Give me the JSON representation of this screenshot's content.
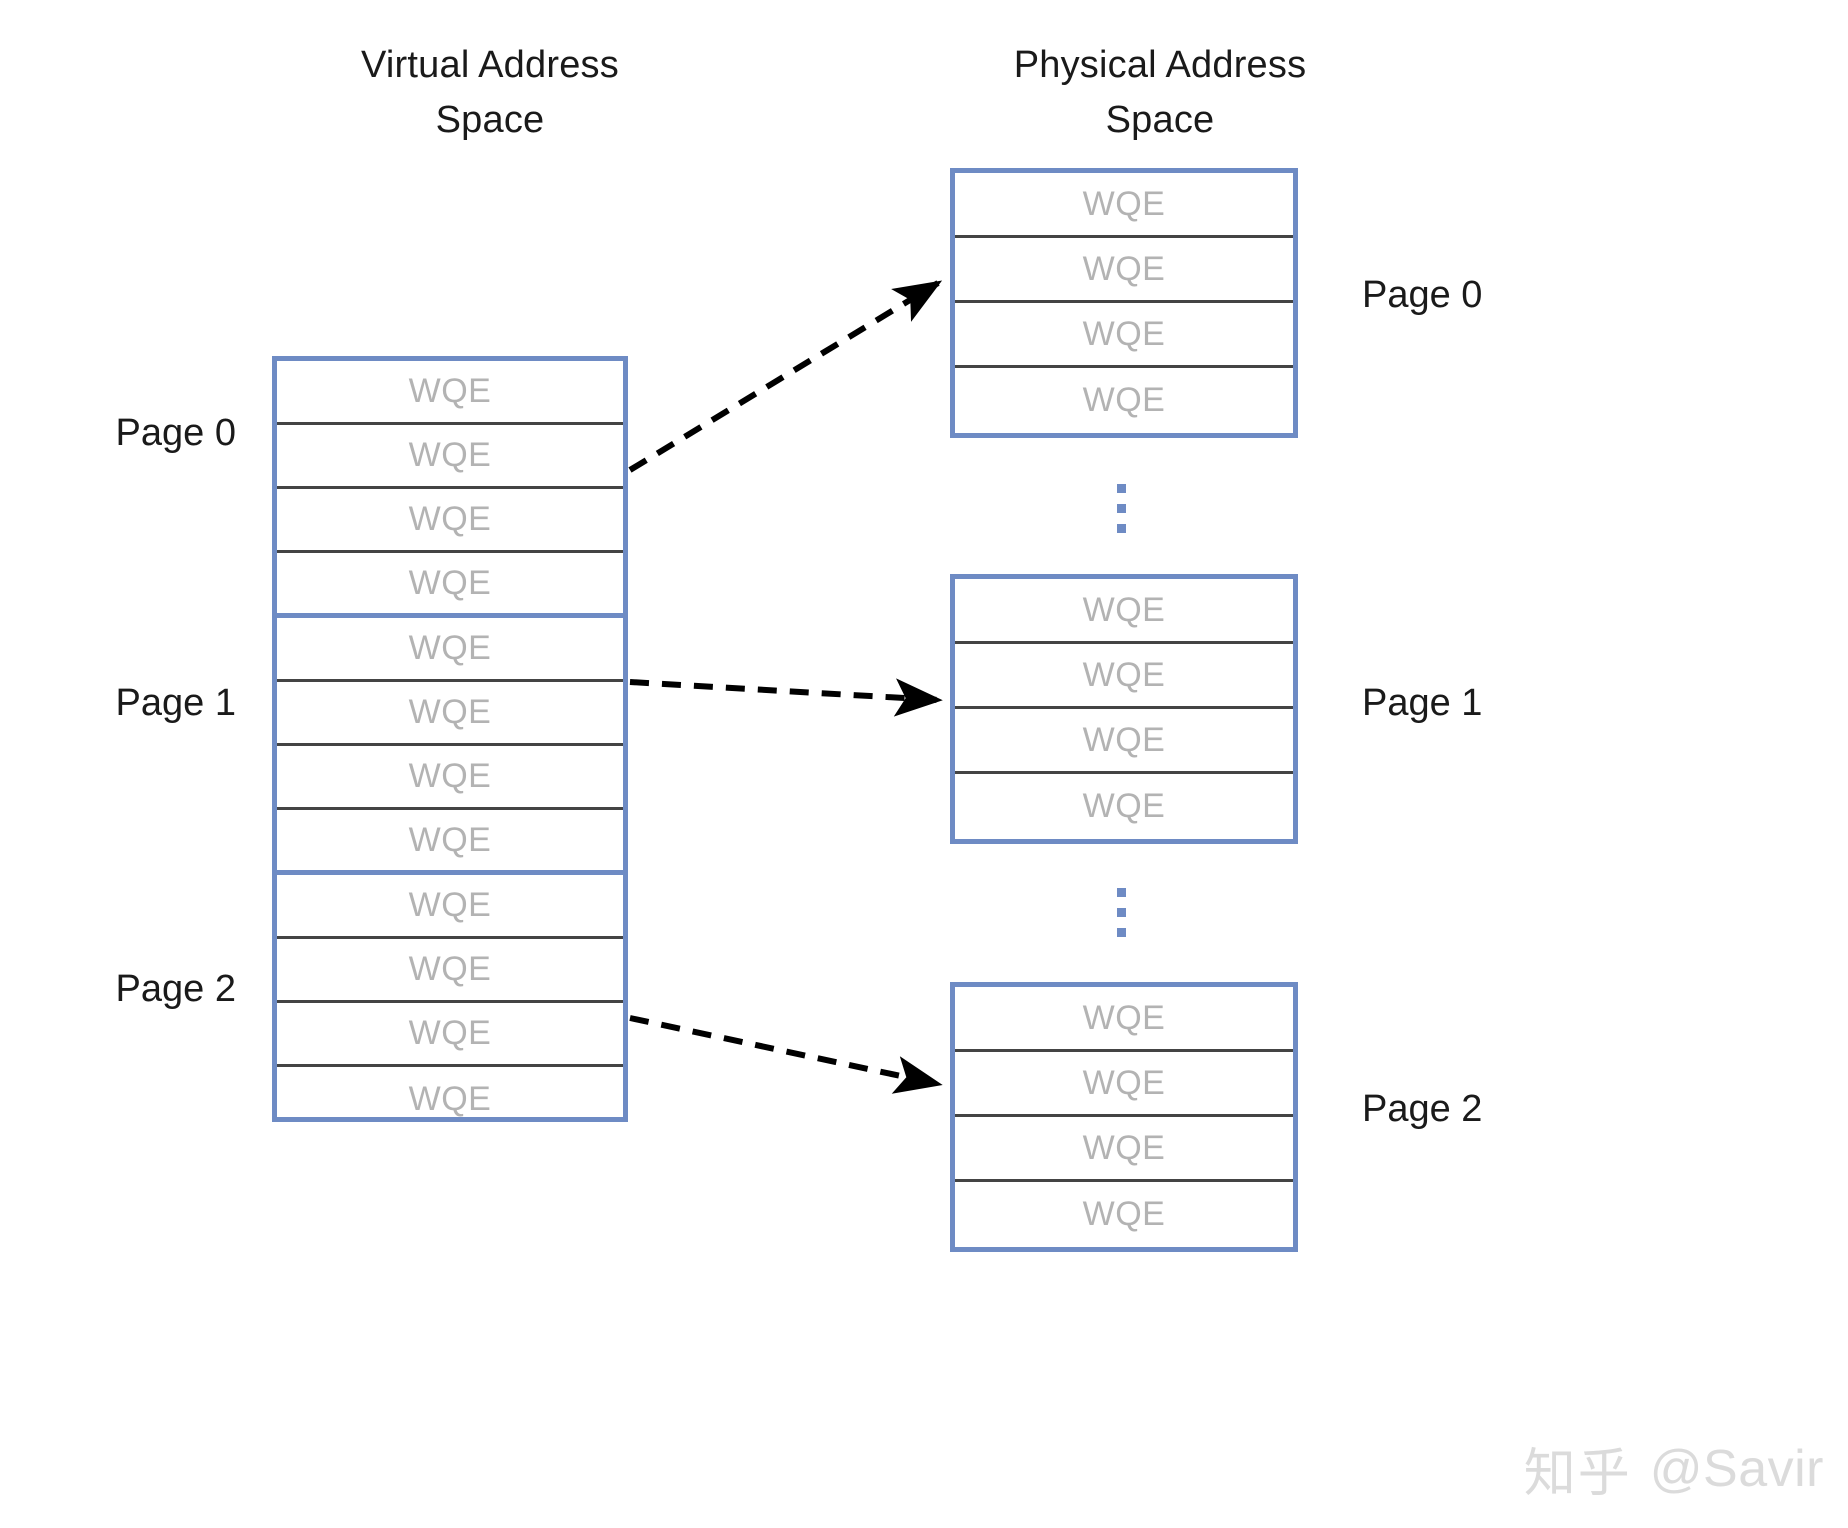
{
  "diagram": {
    "headings": {
      "virtual": "Virtual Address\nSpace",
      "physical": "Physical Address\nSpace"
    },
    "cell_label": "WQE",
    "virtual_space": {
      "pages": [
        {
          "label": "Page 0",
          "cells": [
            "WQE",
            "WQE",
            "WQE",
            "WQE"
          ]
        },
        {
          "label": "Page 1",
          "cells": [
            "WQE",
            "WQE",
            "WQE",
            "WQE"
          ]
        },
        {
          "label": "Page 2",
          "cells": [
            "WQE",
            "WQE",
            "WQE",
            "WQE"
          ]
        }
      ]
    },
    "physical_space": {
      "pages": [
        {
          "label": "Page 0",
          "cells": [
            "WQE",
            "WQE",
            "WQE",
            "WQE"
          ]
        },
        {
          "label": "Page 1",
          "cells": [
            "WQE",
            "WQE",
            "WQE",
            "WQE"
          ]
        },
        {
          "label": "Page 2",
          "cells": [
            "WQE",
            "WQE",
            "WQE",
            "WQE"
          ]
        }
      ],
      "gaps": [
        "vertical-ellipsis",
        "vertical-ellipsis"
      ]
    },
    "mappings": [
      {
        "from": "virtual Page 0",
        "to": "physical Page 0",
        "style": "dashed-arrow"
      },
      {
        "from": "virtual Page 1",
        "to": "physical Page 1",
        "style": "dashed-arrow"
      },
      {
        "from": "virtual Page 2",
        "to": "physical Page 2",
        "style": "dashed-arrow"
      }
    ],
    "colors": {
      "page_border": "#6e8bc4",
      "cell_divider": "#444444",
      "cell_text": "#b3b3b3",
      "heading_text": "#1a1a1a",
      "arrow": "#000000",
      "watermark": "#d8d8d8"
    }
  },
  "watermark": {
    "logo": "知乎",
    "handle": "@Savir"
  }
}
